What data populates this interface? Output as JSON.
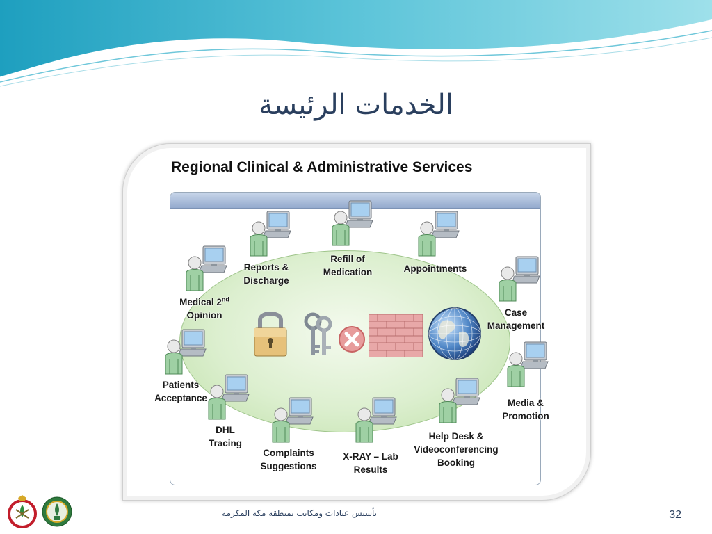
{
  "slide": {
    "title": "الخدمات الرئيسة",
    "footer_text": "تأسيس عيادات ومكاتب بمنطقة مكة المكرمة",
    "page_number": "32",
    "colors": {
      "accent": "#3bb0c9",
      "title": "#2a3f5e",
      "ellipse": "#cfe8bf"
    }
  },
  "diagram": {
    "title": "Regional Clinical & Administrative Services",
    "services": [
      {
        "line1": "Reports &",
        "line2": "Discharge"
      },
      {
        "line1": "Refill of",
        "line2": "Medication"
      },
      {
        "line1": "Appointments",
        "line2": ""
      },
      {
        "line1": "Medical 2",
        "sup": "nd",
        "line2": "Opinion"
      },
      {
        "line1": "Case",
        "line2": "Management"
      },
      {
        "line1": "Patients",
        "line2": "Acceptance"
      },
      {
        "line1": "Media &",
        "line2": "Promotion"
      },
      {
        "line1": "DHL",
        "line2": "Tracing"
      },
      {
        "line1": "Complaints",
        "line2": "Suggestions"
      },
      {
        "line1": "X-RAY – Lab",
        "line2": "Results"
      },
      {
        "line1": "Help Desk &",
        "line2": "Videoconferencing",
        "line3": "Booking"
      }
    ],
    "security_icons": [
      "padlock-icon",
      "keys-icon",
      "deny-icon",
      "firewall-icon",
      "globe-icon"
    ]
  }
}
